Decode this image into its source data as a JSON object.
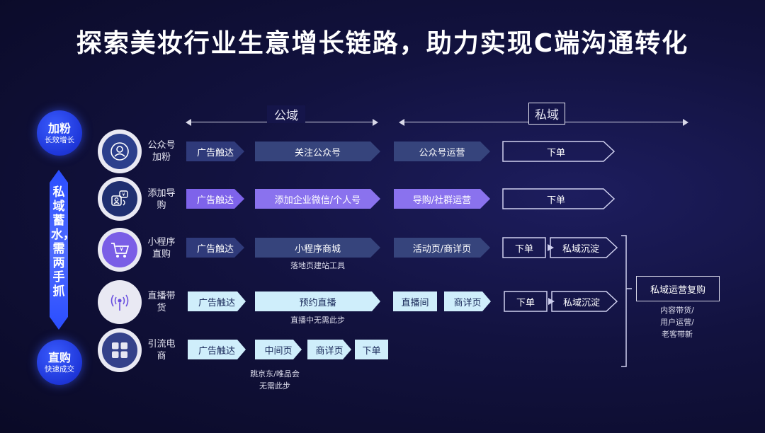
{
  "title": "探索美妆行业生意增长链路，助力实现C端沟通转化",
  "sections": {
    "public": "公域",
    "private": "私域"
  },
  "left": {
    "top_badge": {
      "line1": "加粉",
      "line2": "长效增长"
    },
    "bottom_badge": {
      "line1": "直购",
      "line2": "快速成交"
    },
    "middle_text": "私域蓄水，需两手抓"
  },
  "rows": [
    {
      "icon": "user-avatar-icon",
      "label": "公众号加粉",
      "steps": [
        "广告触达",
        "关注公众号",
        "公众号运营"
      ],
      "order": "下单"
    },
    {
      "icon": "wechat-add-icon",
      "label": "添加导购",
      "steps": [
        "广告触达",
        "添加企业微信/个人号",
        "导购/社群运营"
      ],
      "order": "下单"
    },
    {
      "icon": "shopping-cart-icon",
      "label": "小程序直购",
      "steps": [
        "广告触达",
        "小程序商城",
        "活动页/商详页"
      ],
      "order": "下单",
      "retain": "私域沉淀",
      "note": "落地页建站工具"
    },
    {
      "icon": "live-broadcast-icon",
      "label": "直播带货",
      "steps": [
        "广告触达",
        "预约直播",
        "直播间",
        "商详页"
      ],
      "order": "下单",
      "retain": "私域沉淀",
      "note": "直播中无需此步"
    },
    {
      "icon": "app-grid-icon",
      "label": "引流电商",
      "steps": [
        "广告触达",
        "中间页",
        "商详页",
        "下单"
      ],
      "note": "跳京东/唯品会\n无需此步"
    }
  ],
  "end": {
    "box": "私域运营复购",
    "notes": [
      "内容带货/",
      "用户运营/",
      "老客带新"
    ]
  },
  "colors": {
    "accent_blue": "#2a4dff",
    "purple": "#7e63ea",
    "navy": "#2f3a7a",
    "light": "#cfeefb"
  }
}
